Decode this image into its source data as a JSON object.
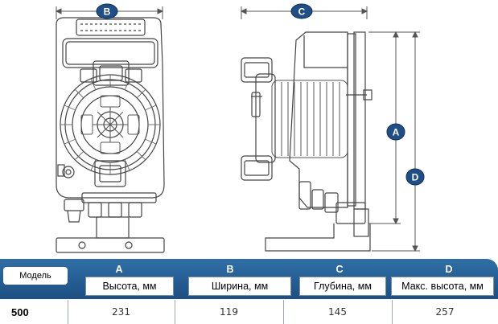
{
  "dimension_labels": {
    "b": "B",
    "c": "C",
    "a": "A",
    "d": "D"
  },
  "table": {
    "model_header": "Модель",
    "columns": [
      {
        "letter": "A",
        "label": "Высота, мм",
        "value": "231"
      },
      {
        "letter": "B",
        "label": "Ширина, мм",
        "value": "119"
      },
      {
        "letter": "C",
        "label": "Глубина, мм",
        "value": "145"
      },
      {
        "letter": "D",
        "label": "Макс. высота, мм",
        "value": "257"
      }
    ],
    "model_value": "500"
  },
  "colors": {
    "band": "#1d4f82",
    "badge": "#1f4f86",
    "line": "#555555"
  }
}
